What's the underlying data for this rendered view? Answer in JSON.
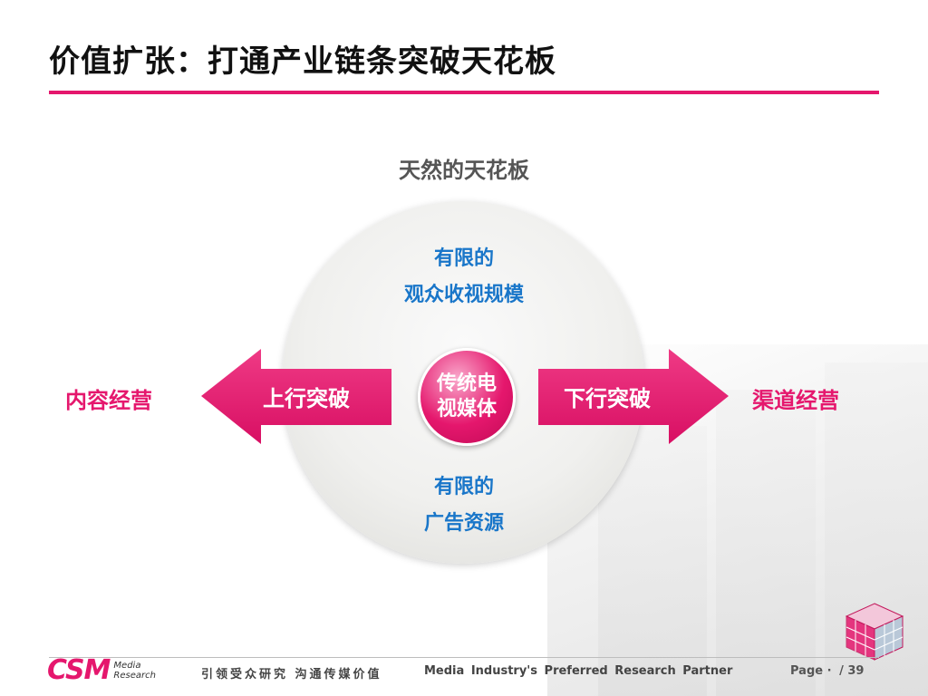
{
  "slide": {
    "title": "价值扩张：打通产业链条突破天花板",
    "accent_color": "#e5176d",
    "text_blue": "#1976c9"
  },
  "diagram": {
    "heading": "天然的天花板",
    "top_text": [
      "有限的",
      "观众收视规模"
    ],
    "bottom_text": [
      "有限的",
      "广告资源"
    ],
    "center": [
      "传统电",
      "视媒体"
    ],
    "left_arrow_label": "上行突破",
    "right_arrow_label": "下行突破",
    "left_target": "内容经营",
    "right_target": "渠道经营"
  },
  "footer": {
    "logo_text": "CSM",
    "logo_sub": [
      "Media",
      "Research"
    ],
    "slogan": "引领受众研究 沟通传媒价值",
    "tagline": "Media Industry's Preferred Research Partner",
    "page_label": "Page",
    "page_sep": "·",
    "page_number": "/ 39"
  }
}
